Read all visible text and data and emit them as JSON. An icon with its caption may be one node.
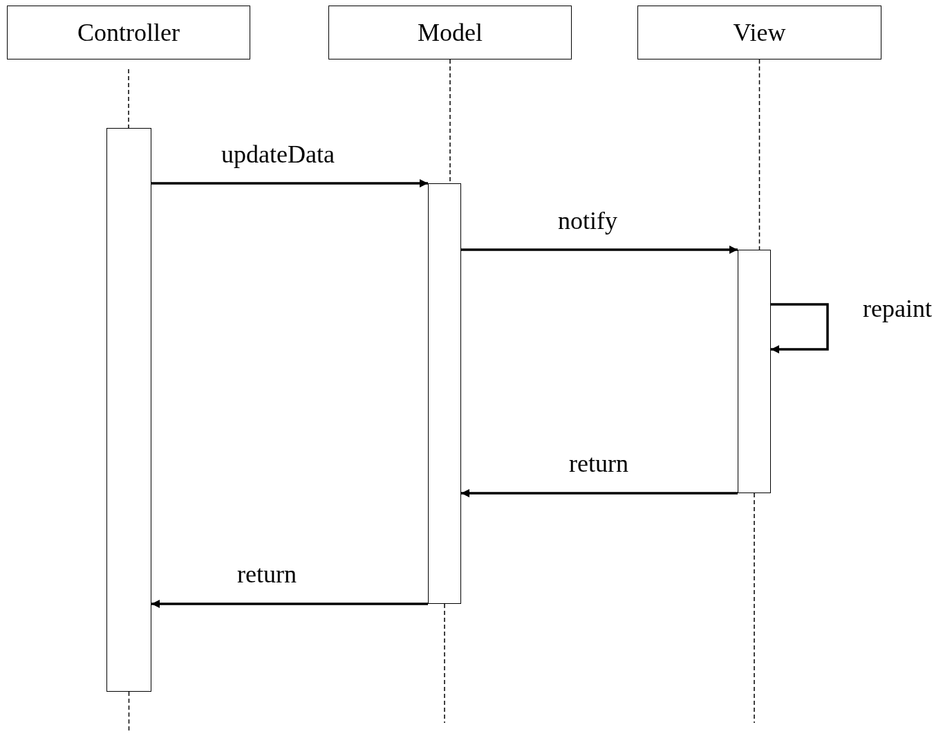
{
  "diagram": {
    "nodes": [
      {
        "text": [
          "Controller"
        ]
      },
      {
        "text": [
          "Model"
        ]
      },
      {
        "text": [
          "View"
        ]
      },
      {
        "text": [],
        "shape": "bar"
      },
      {
        "text": [],
        "shape": "bar"
      },
      {
        "text": [],
        "shape": "bar"
      }
    ],
    "edges": [
      {
        "from": 0,
        "to": 3,
        "arrow": "none",
        "style": "dashed"
      },
      {
        "from": 1,
        "to": 4,
        "arrow": "none",
        "style": "dashed"
      },
      {
        "from": 2,
        "to": 5,
        "arrow": "none",
        "style": "dashed"
      },
      {
        "from": 3,
        "to": null,
        "arrow": "none",
        "style": "dashed"
      },
      {
        "from": 4,
        "to": null,
        "arrow": "none",
        "style": "dashed"
      },
      {
        "from": 5,
        "to": null,
        "arrow": "none",
        "style": "dashed"
      },
      {
        "from": 3,
        "to": 4,
        "arrow": "to",
        "label": "updateData"
      },
      {
        "from": 4,
        "to": 5,
        "arrow": "to",
        "label": "notify"
      },
      {
        "from": 5,
        "to": 5,
        "arrow": "to",
        "label": "repaint"
      },
      {
        "from": 5,
        "to": 4,
        "arrow": "to",
        "label": "return"
      },
      {
        "from": 4,
        "to": 3,
        "arrow": "to",
        "label": "return"
      }
    ]
  }
}
